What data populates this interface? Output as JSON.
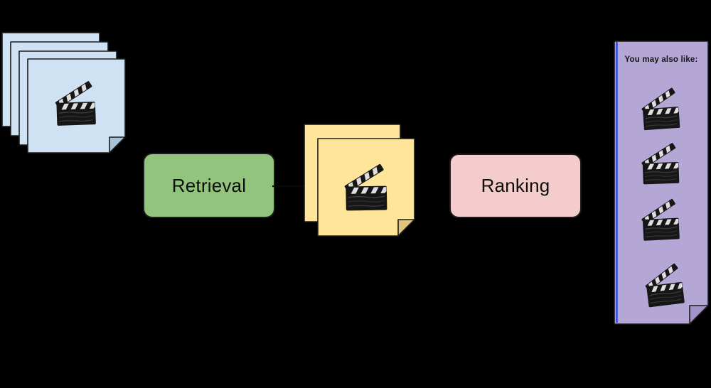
{
  "background_color": "#000000",
  "diagram": {
    "type": "movie-recommendation-pipeline",
    "corpus_stack": {
      "description": "stack of movie notes",
      "note_count": 4,
      "fill": "#cfe2f3",
      "icon": "movie-clapperboard-icon"
    },
    "retrieval_box": {
      "label": "Retrieval",
      "fill": "#93c47d"
    },
    "arrow": {
      "from": "retrieval_box",
      "to": "candidate_stack",
      "color": "#000000"
    },
    "candidate_stack": {
      "description": "retrieved candidate movie notes",
      "note_count": 2,
      "fill": "#ffe599",
      "icon": "movie-clapperboard-icon"
    },
    "ranking_box": {
      "label": "Ranking",
      "fill": "#f4cccc"
    },
    "recommendations_panel": {
      "title": "You may also like:",
      "fill": "#b4a7d6",
      "accent_line_color": "#2447f0",
      "item_count": 4,
      "items": [
        {
          "icon": "movie-clapperboard-icon"
        },
        {
          "icon": "movie-clapperboard-icon"
        },
        {
          "icon": "movie-clapperboard-icon"
        },
        {
          "icon": "movie-clapperboard-icon"
        }
      ]
    }
  }
}
